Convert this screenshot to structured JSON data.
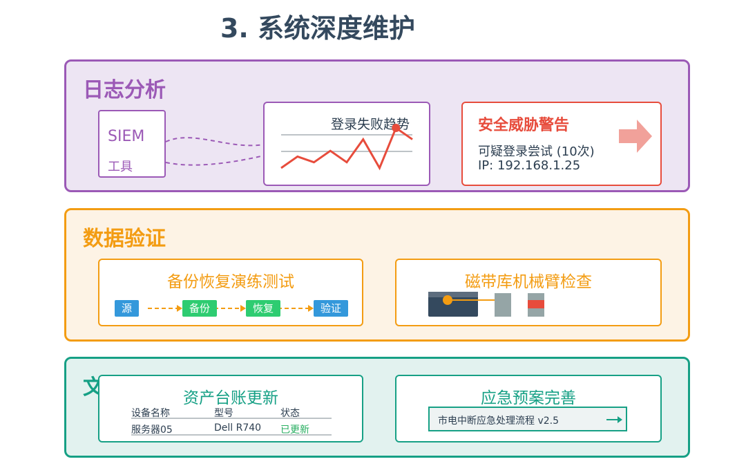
{
  "title": "3. 系统深度维护",
  "sections": {
    "log": {
      "title": "日志分析",
      "siem_label": "SIEM",
      "siem_sub": "工具",
      "trend_title": "登录失败趋势",
      "trend_values": [
        3,
        5,
        4,
        6,
        4,
        8,
        3,
        10,
        8
      ],
      "alert_title": "安全威胁警告",
      "alert_line1": "可疑登录尝试 (10次)",
      "alert_line2": "IP: 192.168.1.25"
    },
    "data": {
      "title": "数据验证",
      "backup_title": "备份恢复演练测试",
      "steps": [
        "源",
        "备份",
        "恢复",
        "验证"
      ],
      "tape_title": "磁带库机械臂检查"
    },
    "docs": {
      "title": "文档更新",
      "asset_title": "资产台账更新",
      "table_headers": [
        "设备名称",
        "型号",
        "状态"
      ],
      "table_rows": [
        [
          "服务器05",
          "Dell R740",
          "已更新"
        ]
      ],
      "plan_title": "应急预案完善",
      "plan_item": "市电中断应急处理流程 v2.5"
    }
  },
  "colors": {
    "purple": "#9b59b6",
    "orange": "#f39c12",
    "teal": "#16a085",
    "red": "#e74c3c",
    "blue": "#3498db",
    "green": "#2ecc71"
  }
}
